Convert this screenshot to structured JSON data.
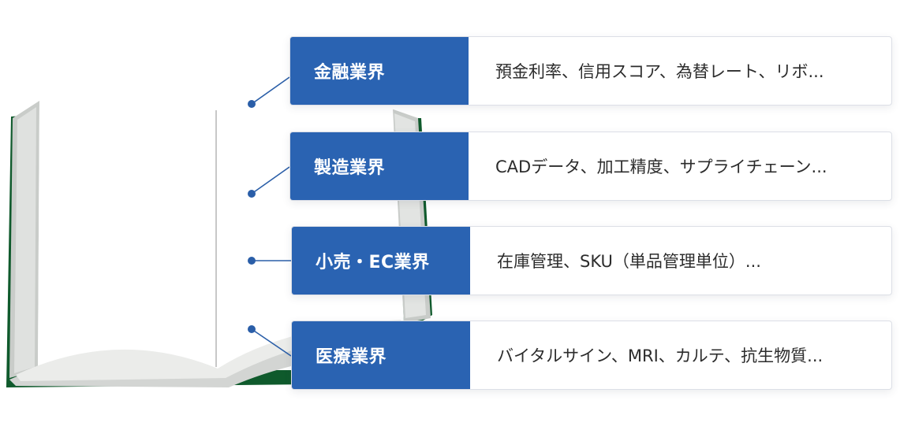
{
  "colors": {
    "accent_blue": "#2a63b2",
    "book_green": "#0f5a2c",
    "connector_blue": "#2a5ea8"
  },
  "icons": [
    "open-book-illustration"
  ],
  "industries": [
    {
      "label": "金融業界",
      "description": "預金利率、信用スコア、為替レート、リボ..."
    },
    {
      "label": "製造業界",
      "description": "CADデータ、加工精度、サプライチェーン..."
    },
    {
      "label": "小売・EC業界",
      "description": "在庫管理、SKU（単品管理単位）..."
    },
    {
      "label": "医療業界",
      "description": "バイタルサイン、MRI、カルテ、抗生物質..."
    }
  ]
}
